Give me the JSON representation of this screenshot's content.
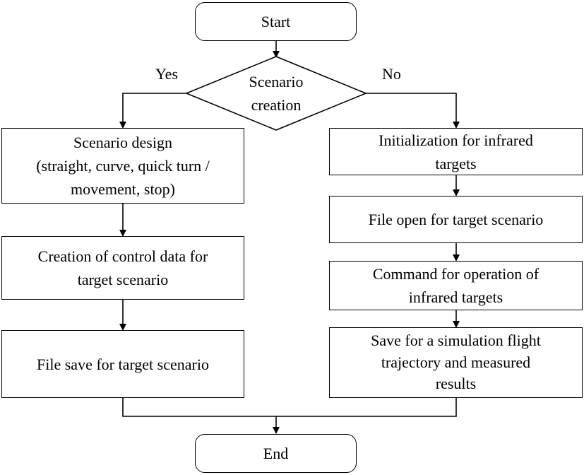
{
  "start": "Start",
  "end": "End",
  "decision": {
    "text": "Scenario\ncreation",
    "yes": "Yes",
    "no": "No"
  },
  "left_steps": [
    "Scenario design\n(straight, curve, quick turn /\nmovement, stop)",
    "Creation of control data for\ntarget scenario",
    "File save for target scenario"
  ],
  "right_steps": [
    "Initialization for infrared\ntargets",
    "File open for target scenario",
    "Command for operation of\ninfrared targets",
    "Save for a simulation flight\ntrajectory and measured\nresults"
  ]
}
